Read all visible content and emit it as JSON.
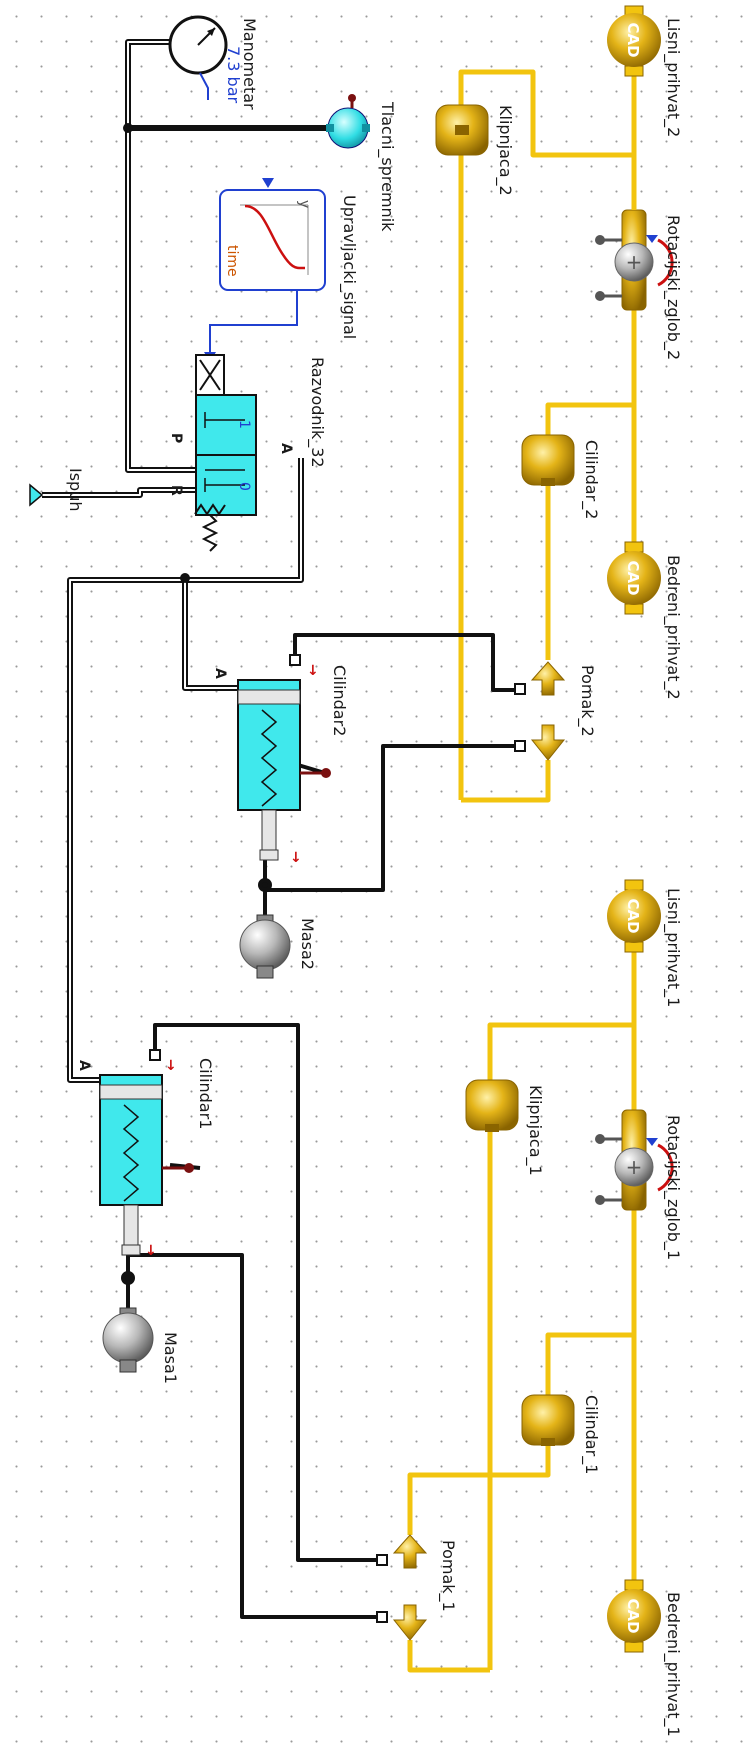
{
  "components": {
    "lisni_prihvat_2": "Lisni_prihvat_2",
    "rotacijski_zglob_2": "Rotacijski_zglob_2",
    "bedreni_prihvat_2": "Bedreni_prihvat_2",
    "klipnjaca_2": "Klipnjaca_2",
    "cilindar_2": "Cilindar_2",
    "pomak_2": "Pomak_2",
    "lisni_prihvat_1": "Lisni_prihvat_1",
    "rotacijski_zglob_1": "Rotacijski_zglob_1",
    "bedreni_prihvat_1": "Bedreni_prihvat_1",
    "klipnjaca_1": "Klipnjaca_1",
    "cilindar_1": "Cilindar_1",
    "pomak_1": "Pomak_1",
    "manometar": "Manometar",
    "tlacni_spremnik": "Tlacni_spremnik",
    "upravljacki_signal": "Upravljacki_signal",
    "razvodnik": "Razvodnik_32",
    "ispuh": "Ispuh",
    "cilindar2": "Cilindar2",
    "masa2": "Masa2",
    "cilindar1": "Cilindar1",
    "masa1": "Masa1"
  },
  "pressure_reading": "7.3 bar",
  "ports": {
    "A": "A",
    "P": "P",
    "R": "R",
    "one": "1",
    "zero": "0"
  },
  "signal_axes": {
    "y": "y",
    "x": "time"
  },
  "cad_label": "CAD",
  "colors": {
    "yellow": "#f2c40f",
    "cyan": "#40e8ec",
    "blue": "#2040d0",
    "red": "#cc1010",
    "line": "#111111"
  }
}
